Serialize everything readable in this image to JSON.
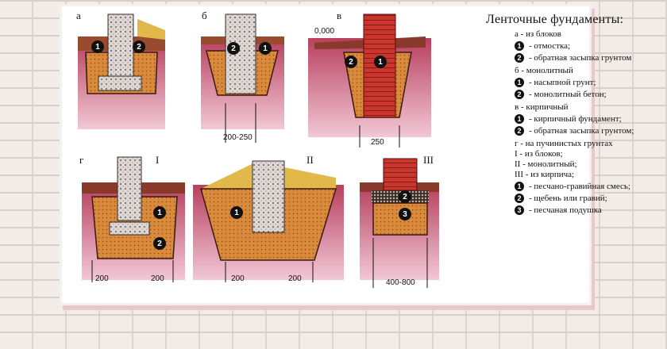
{
  "title": "Ленточные фундаменты:",
  "panel_letters": {
    "a": "а",
    "b": "б",
    "v": "в",
    "g": "г",
    "I": "I",
    "II": "II",
    "III": "III"
  },
  "level_mark": "0,000",
  "dimensions": {
    "b_width": "200-250",
    "v_width": "250",
    "g1_left": "200",
    "g1_right": "200",
    "g2_left": "200",
    "g2_right": "200",
    "g3_width": "400-800"
  },
  "markers": {
    "one": "1",
    "two": "2",
    "three": "3"
  },
  "legend": {
    "a_head": "а - из блоков",
    "a_1": "- отмостка;",
    "a_2": "- обратная засыпка грунтом",
    "b_head": "б - монолитный",
    "b_1": "- насыпной грунт;",
    "b_2": "- монолитный бетон;",
    "v_head": "в - кирпичный",
    "v_1": "- кирпичный фундамент;",
    "v_2": "- обратная засыпка грунтом;",
    "g_head": "г - на пучинистых грунтах",
    "g_I": "I - из блоков;",
    "g_II": "II - монолитный;",
    "g_III": "III - из кирпича;",
    "g_1": "- песчано-гравийная смесь;",
    "g_2": "- щебень или гравий;",
    "g_3": "- песчаная подушка"
  },
  "colors": {
    "soil_pink": "#c8527a",
    "soil_dark": "#8a3a2a",
    "fill_orange": "#d98a3a",
    "concrete": "#dcd6d0",
    "brick": "#c8362e",
    "gravel": "#e2b84a"
  }
}
